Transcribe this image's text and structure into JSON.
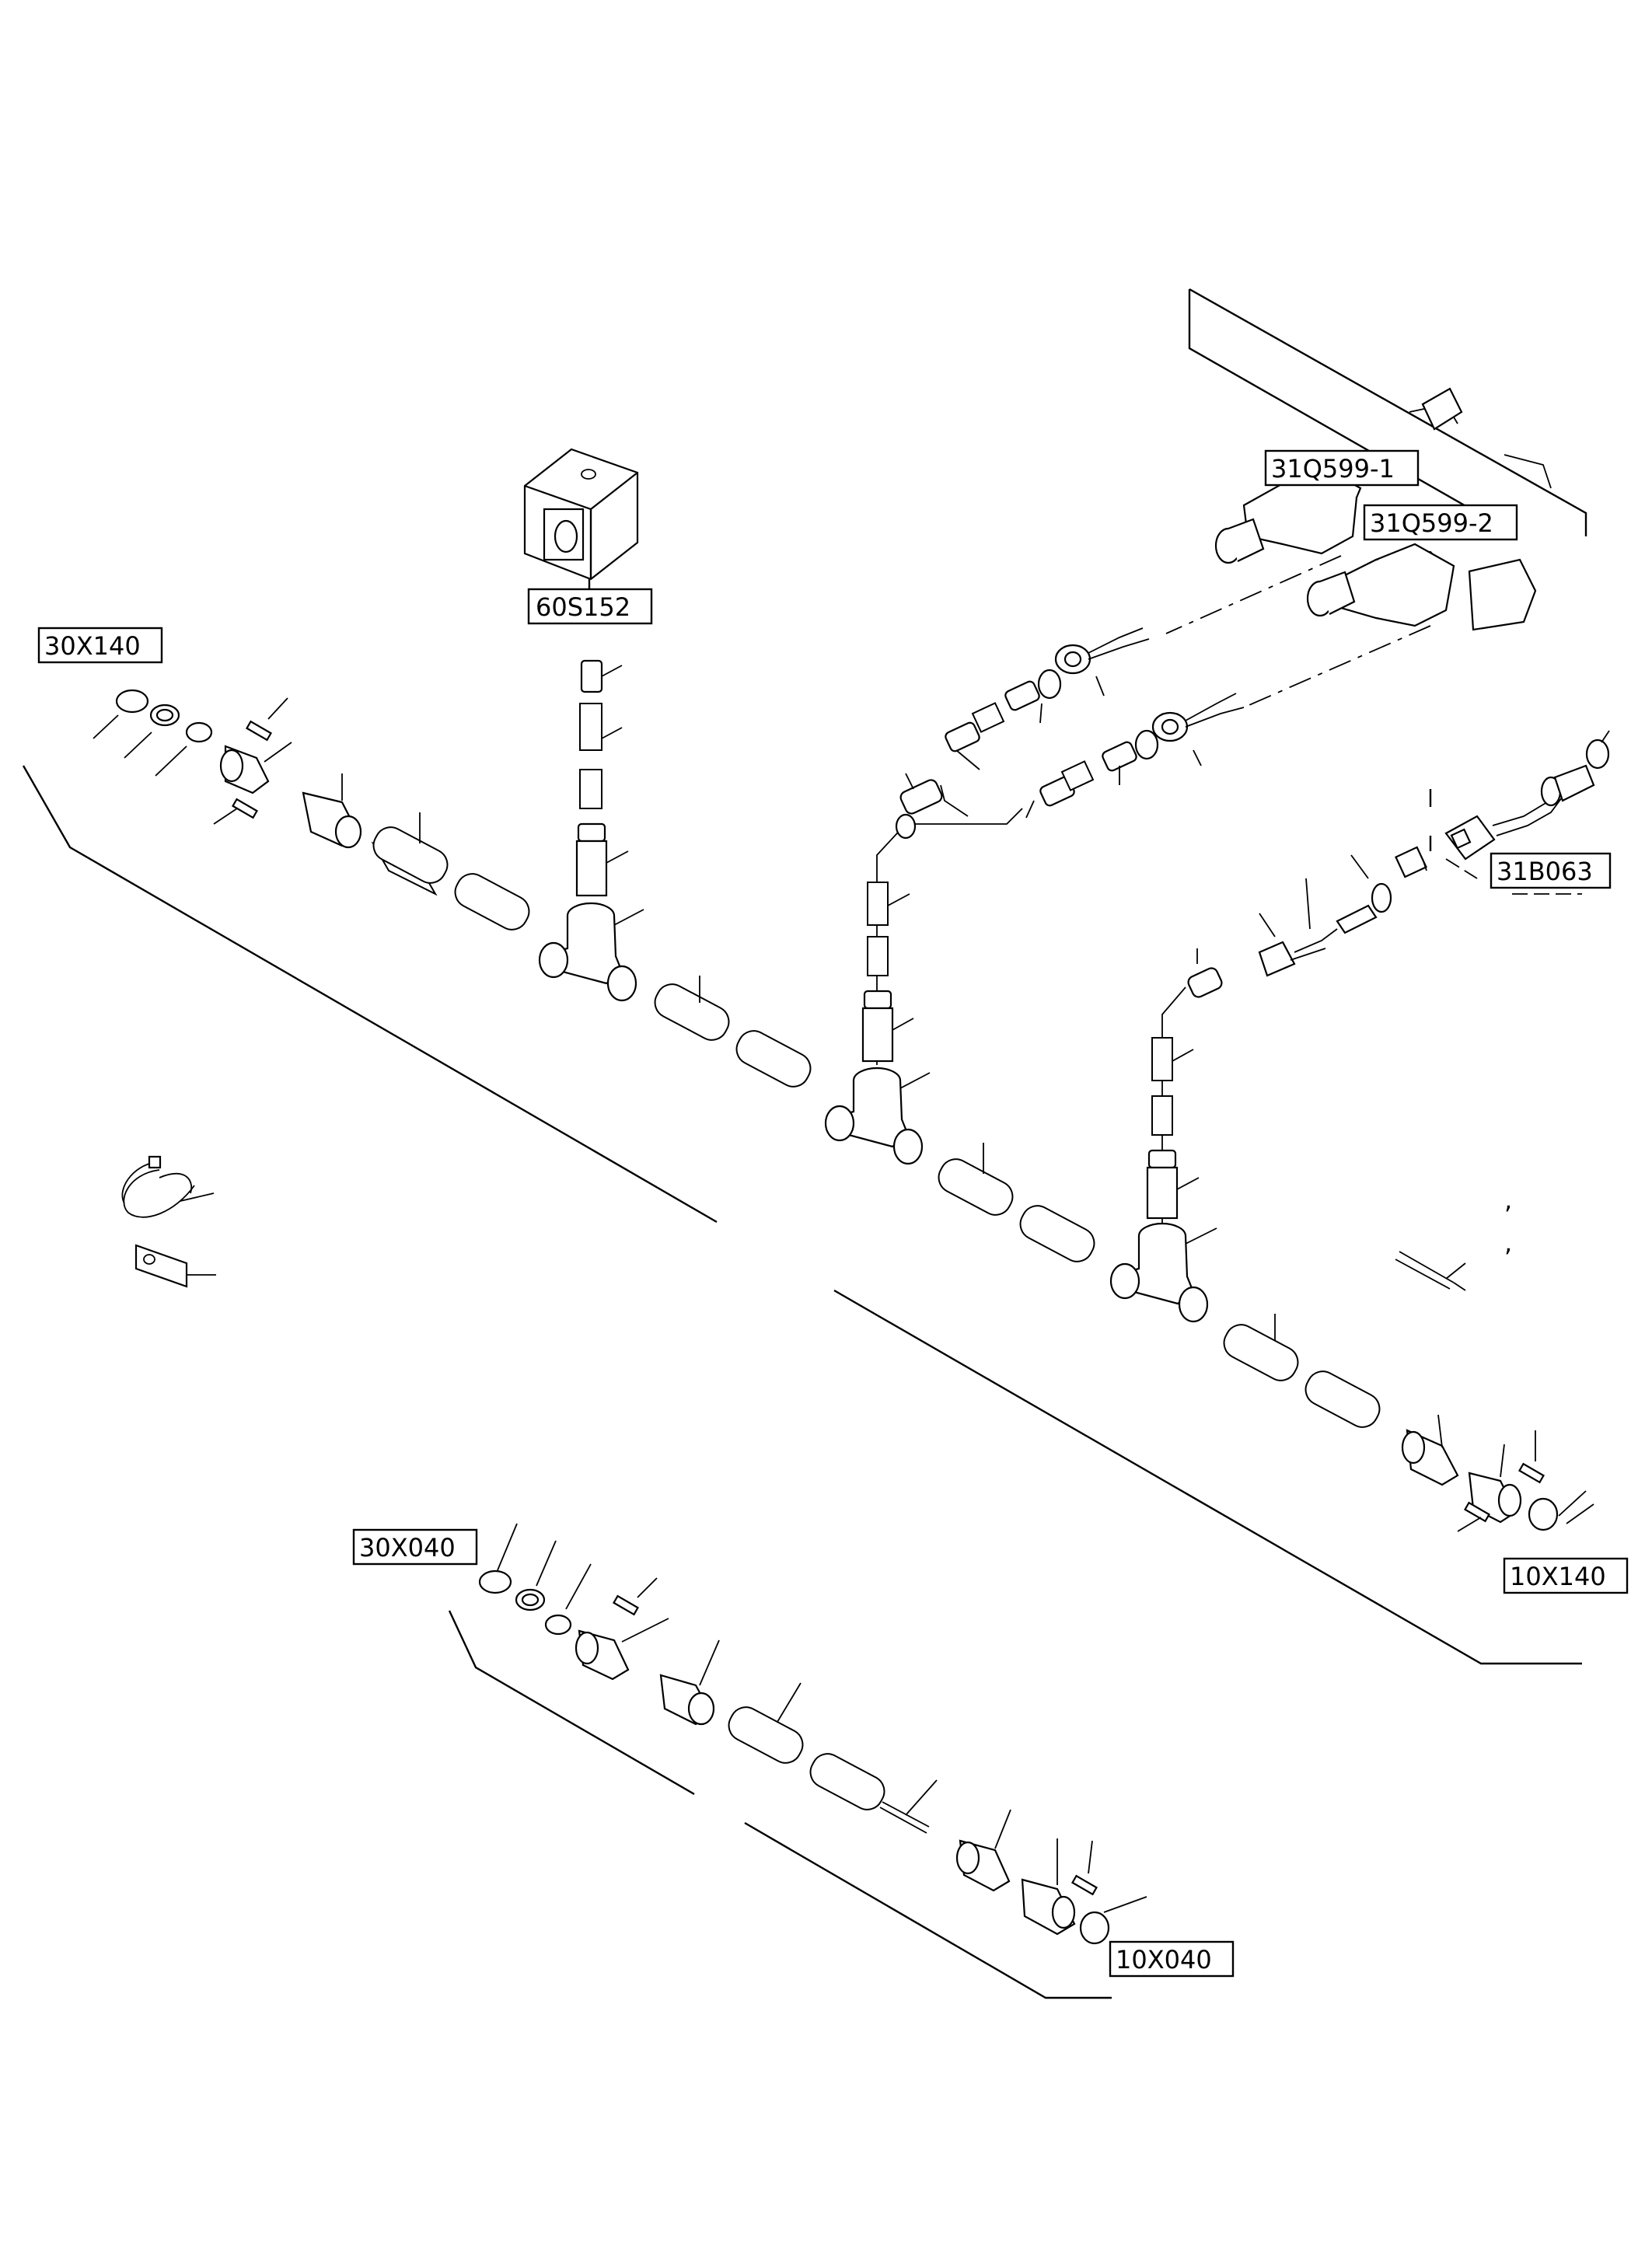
{
  "labels": {
    "connector_60s152": "60S152",
    "connector_30x140": "30X140",
    "valve_31q599_1": "31Q599-1",
    "valve_31q599_2": "31Q599-2",
    "sensor_31b063": "31B063",
    "connector_10x140": "10X140",
    "connector_30x040": "30X040",
    "connector_10x040": "10X040"
  },
  "marks": {
    "comma_1": ",",
    "comma_2": ","
  }
}
